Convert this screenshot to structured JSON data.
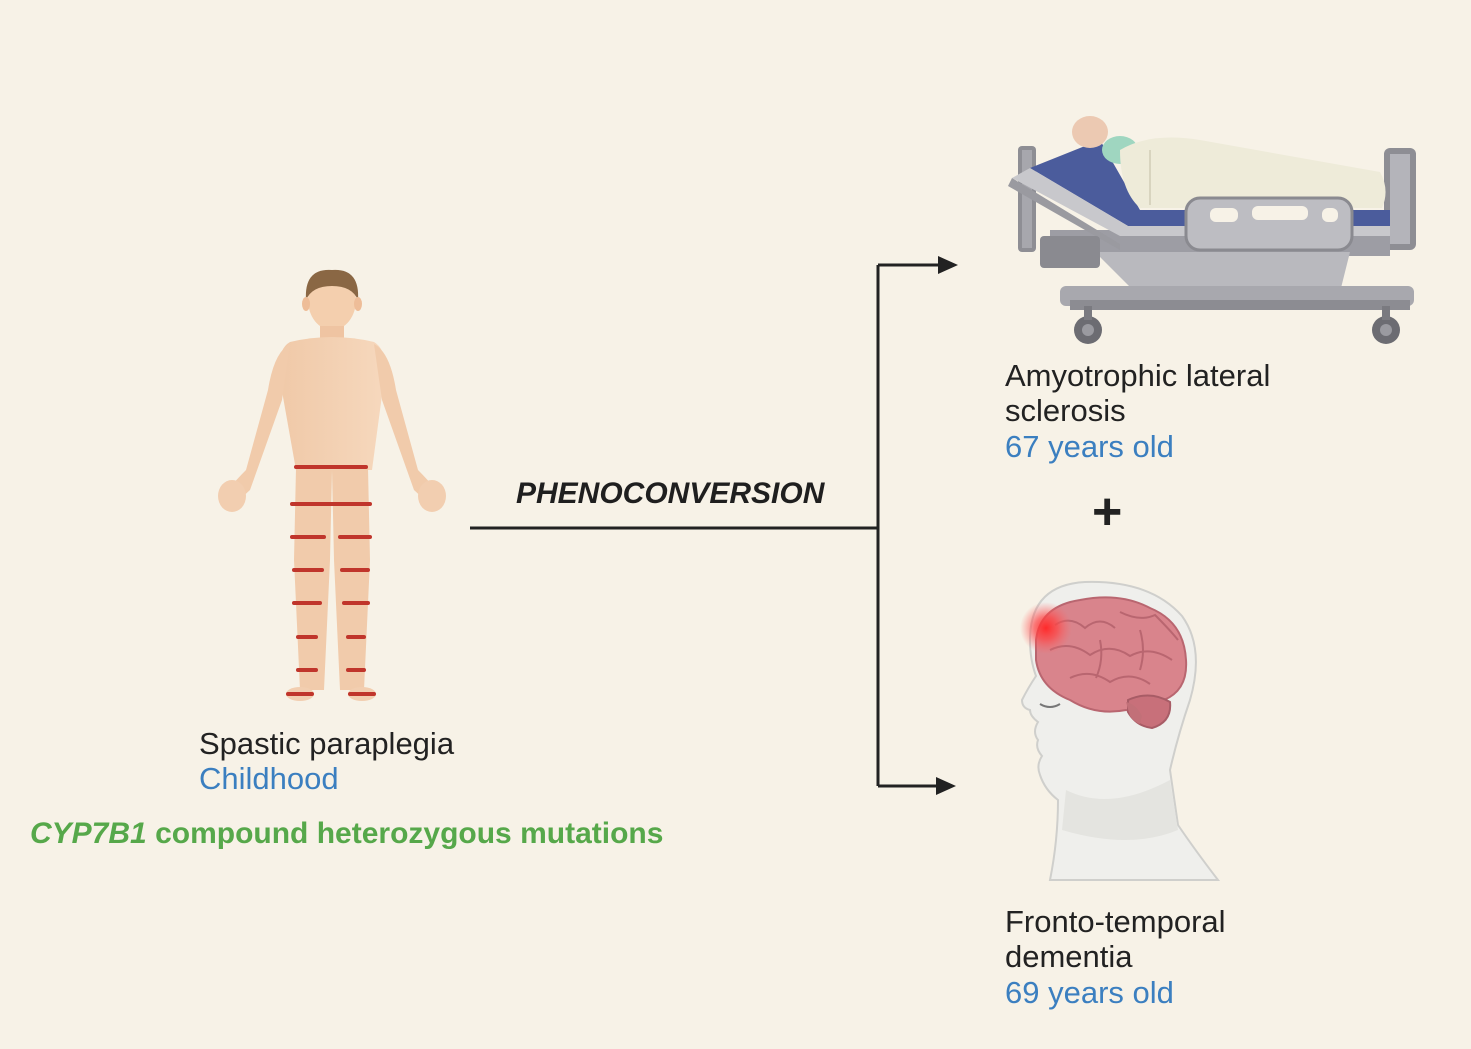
{
  "phenoconversion_label": "PHENOCONVERSION",
  "left": {
    "condition": "Spastic paraplegia",
    "onset": "Childhood",
    "gene": "CYP7B1",
    "mutation_text": "compound heterozygous mutations"
  },
  "top_right": {
    "condition_line1": "Amyotrophic lateral",
    "condition_line2": "sclerosis",
    "age": "67 years old"
  },
  "plus_sign": "+",
  "bottom_right": {
    "condition_line1": "Fronto-temporal",
    "condition_line2": "dementia",
    "age": "69 years old"
  },
  "colors": {
    "background": "#f7f2e7",
    "age_text": "#3b7fc0",
    "gene_text": "#56a84a",
    "spasticity_marks": "#c0352b"
  },
  "icons": [
    "human-body-icon",
    "hospital-bed-icon",
    "brain-head-icon"
  ]
}
